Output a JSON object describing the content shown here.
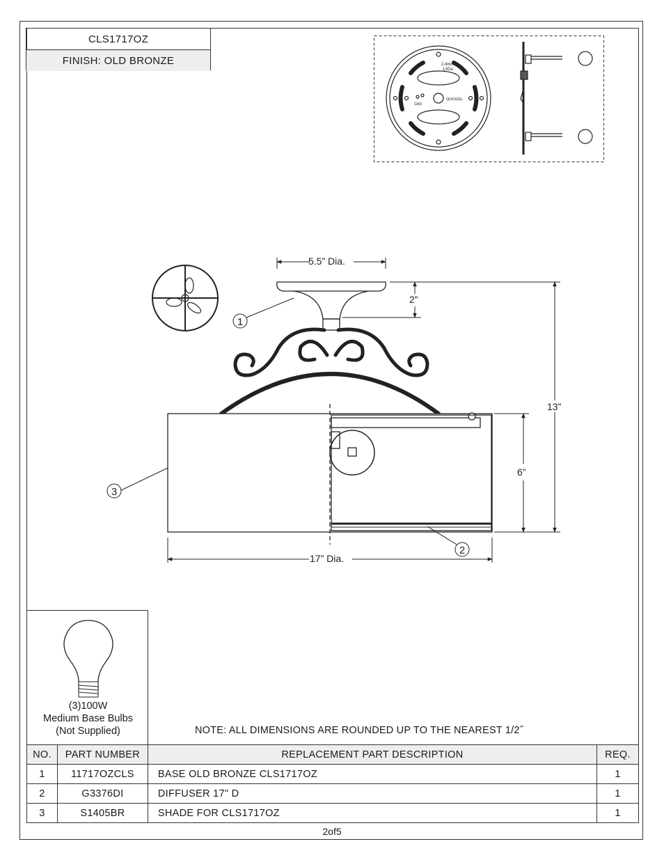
{
  "header": {
    "model": "CLS1717OZ",
    "finish": "FINISH: OLD BRONZE"
  },
  "mounting_plate": {
    "gauge_line1": "2.4mm",
    "gauge_line2": "13Ga",
    "gnd_label": "GND",
    "brand_label": "QUOIZEL"
  },
  "drawing": {
    "dim_canopy": "5.5” Dia.",
    "dim_canopy_height": "2”",
    "dim_overall_height": "13”",
    "dim_shade_height": "6”",
    "dim_shade_width": "17” Dia.",
    "callout_1": "1",
    "callout_2": "2",
    "callout_3": "3"
  },
  "bulb": {
    "line1": "(3)100W",
    "line2": "Medium Base Bulbs",
    "line3": "(Not Supplied)"
  },
  "note": "NOTE:  ALL DIMENSIONS ARE ROUNDED UP TO THE NEAREST  1/2˝",
  "parts_table": {
    "headers": {
      "no": "NO.",
      "part": "PART NUMBER",
      "desc": "REPLACEMENT PART DESCRIPTION",
      "req": "REQ."
    },
    "rows": [
      {
        "no": "1",
        "part": "11717OZCLS",
        "desc": "BASE OLD BRONZE CLS1717OZ",
        "req": "1"
      },
      {
        "no": "2",
        "part": "G3376DI",
        "desc": "DIFFUSER 17\" D",
        "req": "1"
      },
      {
        "no": "3",
        "part": "S1405BR",
        "desc": "SHADE FOR CLS1717OZ",
        "req": "1"
      }
    ]
  },
  "page_number": "2of5"
}
